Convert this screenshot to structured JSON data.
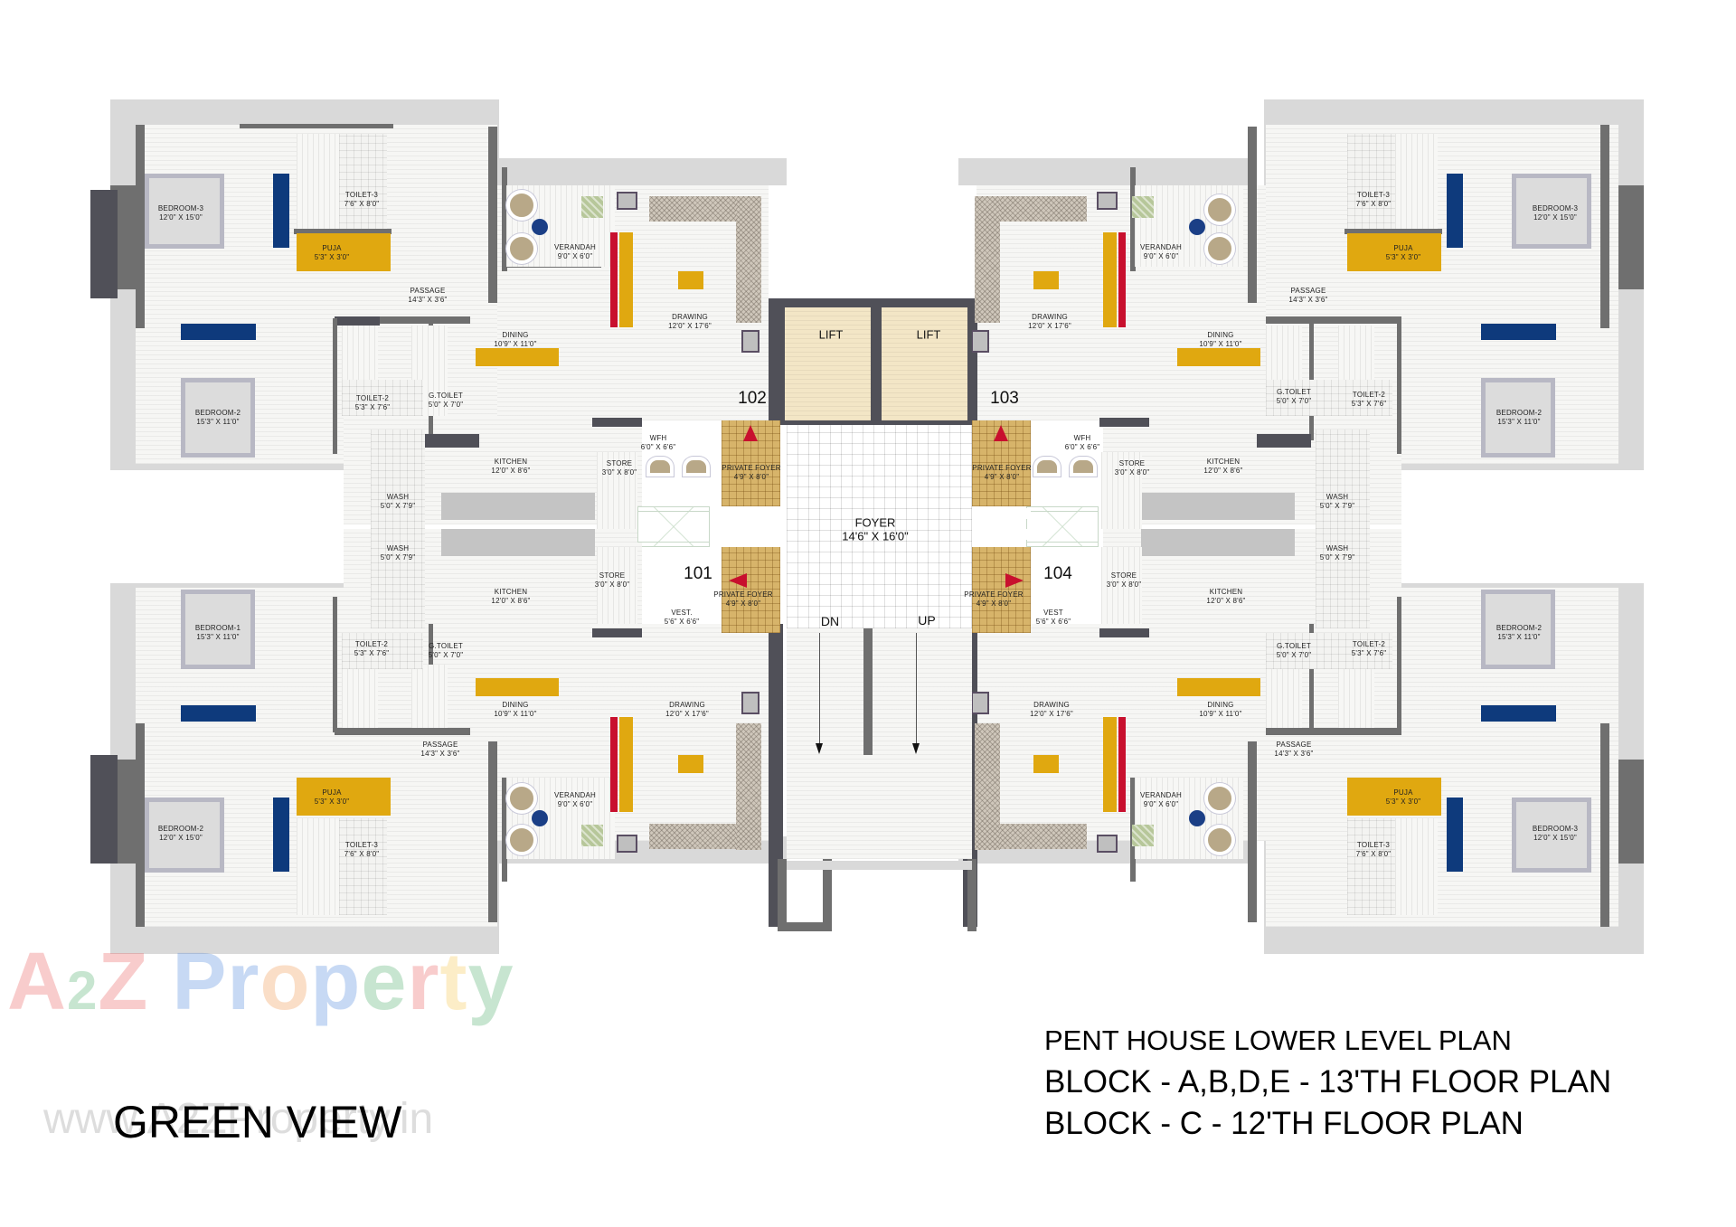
{
  "plan": {
    "title_lines": [
      "PENT HOUSE LOWER LEVEL PLAN",
      "BLOCK - A,B,D,E - 13'TH FLOOR PLAN",
      "BLOCK - C - 12'TH FLOOR PLAN"
    ],
    "project_name": "GREEN VIEW",
    "watermark": {
      "brand_parts": [
        "A",
        "2",
        "Z",
        " ",
        "P",
        "r",
        "o",
        "p",
        "e",
        "r",
        "t",
        "y"
      ],
      "brand_colors": [
        "#e94b4b",
        "#3aa35b",
        "#e94b4b",
        "#ffffff",
        "#3a78d8",
        "#3a78d8",
        "#f08a3a",
        "#3a78d8",
        "#3aa35b",
        "#e94b4b",
        "#f5c23a",
        "#3aa35b"
      ],
      "url": "www.A2ZProperty.in"
    }
  },
  "core": {
    "lifts": [
      "LIFT",
      "LIFT"
    ],
    "foyer": {
      "name": "FOYER",
      "size": "14'6\" X 16'0\""
    },
    "stair_down": "DN",
    "stair_up": "UP"
  },
  "units": {
    "u102": {
      "number": "102",
      "rooms": {
        "bedroom3": {
          "name": "BEDROOM-3",
          "size": "12'0\" X 15'0\""
        },
        "toilet3": {
          "name": "TOILET-3",
          "size": "7'6\" X 8'0\""
        },
        "puja": {
          "name": "PUJA",
          "size": "5'3\" X 3'0\""
        },
        "passage": {
          "name": "PASSAGE",
          "size": "14'3\" X 3'6\""
        },
        "verandah": {
          "name": "VERANDAH",
          "size": "9'0\" X 6'0\""
        },
        "drawing": {
          "name": "DRAWING",
          "size": "12'0\" X 17'6\""
        },
        "dining": {
          "name": "DINING",
          "size": "10'9\" X 11'0\""
        },
        "bedroom2": {
          "name": "BEDROOM-2",
          "size": "15'3\" X 11'0\""
        },
        "toilet2": {
          "name": "TOILET-2",
          "size": "5'3\" X 7'6\""
        },
        "gtoilet": {
          "name": "G.TOILET",
          "size": "5'0\" X 7'0\""
        },
        "kitchen": {
          "name": "KITCHEN",
          "size": "12'0\" X 8'6\""
        },
        "store": {
          "name": "STORE",
          "size": "3'0\" X 8'0\""
        },
        "wfh": {
          "name": "WFH",
          "size": "6'0\" X 6'6\""
        },
        "wash": {
          "name": "WASH",
          "size": "5'0\" X 7'9\""
        },
        "private_foyer": {
          "name": "PRIVATE FOYER",
          "size": "4'9\" X 8'0\""
        }
      }
    },
    "u103": {
      "number": "103",
      "rooms": {
        "bedroom3": {
          "name": "BEDROOM-3",
          "size": "12'0\" X 15'0\""
        },
        "toilet3": {
          "name": "TOILET-3",
          "size": "7'6\" X 8'0\""
        },
        "puja": {
          "name": "PUJA",
          "size": "5'3\" X 3'0\""
        },
        "passage": {
          "name": "PASSAGE",
          "size": "14'3\" X 3'6\""
        },
        "verandah": {
          "name": "VERANDAH",
          "size": "9'0\" X 6'0\""
        },
        "drawing": {
          "name": "DRAWING",
          "size": "12'0\" X 17'6\""
        },
        "dining": {
          "name": "DINING",
          "size": "10'9\" X 11'0\""
        },
        "bedroom2": {
          "name": "BEDROOM-2",
          "size": "15'3\" X 11'0\""
        },
        "toilet2": {
          "name": "TOILET-2",
          "size": "5'3\" X 7'6\""
        },
        "gtoilet": {
          "name": "G.TOILET",
          "size": "5'0\" X 7'0\""
        },
        "kitchen": {
          "name": "KITCHEN",
          "size": "12'0\" X 8'6\""
        },
        "store": {
          "name": "STORE",
          "size": "3'0\" X 8'0\""
        },
        "wfh": {
          "name": "WFH",
          "size": "6'0\" X 6'6\""
        },
        "wash": {
          "name": "WASH",
          "size": "5'0\" X 7'9\""
        },
        "private_foyer": {
          "name": "PRIVATE FOYER",
          "size": "4'9\" X 8'0\""
        }
      }
    },
    "u101": {
      "number": "101",
      "rooms": {
        "bedroom1": {
          "name": "BEDROOM-1",
          "size": "15'3\" X 11'0\""
        },
        "toilet2": {
          "name": "TOILET-2",
          "size": "5'3\" X 7'6\""
        },
        "gtoilet": {
          "name": "G.TOILET",
          "size": "5'0\" X 7'0\""
        },
        "wash": {
          "name": "WASH",
          "size": "5'0\" X 7'9\""
        },
        "kitchen": {
          "name": "KITCHEN",
          "size": "12'0\" X 8'6\""
        },
        "store": {
          "name": "STORE",
          "size": "3'0\" X 8'0\""
        },
        "vest": {
          "name": "VEST.",
          "size": "5'6\" X 6'6\""
        },
        "private_foyer": {
          "name": "PRIVATE FOYER",
          "size": "4'9\" X 8'0\""
        },
        "dining": {
          "name": "DINING",
          "size": "10'9\" X 11'0\""
        },
        "drawing": {
          "name": "DRAWING",
          "size": "12'0\" X 17'6\""
        },
        "passage": {
          "name": "PASSAGE",
          "size": "14'3\" X 3'6\""
        },
        "puja": {
          "name": "PUJA",
          "size": "5'3\" X 3'0\""
        },
        "bedroom2": {
          "name": "BEDROOM-2",
          "size": "12'0\" X 15'0\""
        },
        "toilet3": {
          "name": "TOILET-3",
          "size": "7'6\" X 8'0\""
        },
        "verandah": {
          "name": "VERANDAH",
          "size": "9'0\" X 6'0\""
        }
      }
    },
    "u104": {
      "number": "104",
      "rooms": {
        "bedroom2": {
          "name": "BEDROOM-2",
          "size": "15'3\" X 11'0\""
        },
        "toilet2": {
          "name": "TOILET-2",
          "size": "5'3\" X 7'6\""
        },
        "gtoilet": {
          "name": "G.TOILET",
          "size": "5'0\" X 7'0\""
        },
        "wash": {
          "name": "WASH",
          "size": "5'0\" X 7'9\""
        },
        "kitchen": {
          "name": "KITCHEN",
          "size": "12'0\" X 8'6\""
        },
        "store": {
          "name": "STORE",
          "size": "3'0\" X 8'0\""
        },
        "vest": {
          "name": "VEST",
          "size": "5'6\" X 6'6\""
        },
        "private_foyer": {
          "name": "PRIVATE FOYER",
          "size": "4'9\" X 8'0\""
        },
        "dining": {
          "name": "DINING",
          "size": "10'9\" X 11'0\""
        },
        "drawing": {
          "name": "DRAWING",
          "size": "12'0\" X 17'6\""
        },
        "passage": {
          "name": "PASSAGE",
          "size": "14'3\" X 3'6\""
        },
        "puja": {
          "name": "PUJA",
          "size": "5'3\" X 3'0\""
        },
        "bedroom3": {
          "name": "BEDROOM-3",
          "size": "12'0\" X 15'0\""
        },
        "toilet3": {
          "name": "TOILET-3",
          "size": "7'6\" X 8'0\""
        },
        "verandah": {
          "name": "VERANDAH",
          "size": "9'0\" X 6'0\""
        }
      }
    }
  },
  "colors": {
    "wall": "#6f6f6f",
    "puja": "#e0a810",
    "private_foyer": "#d7b46a",
    "lift": "#f3e6c6",
    "wardrobe": "#0e3a7c",
    "accent_red": "#c8102e",
    "arrow": "#c8102e"
  }
}
